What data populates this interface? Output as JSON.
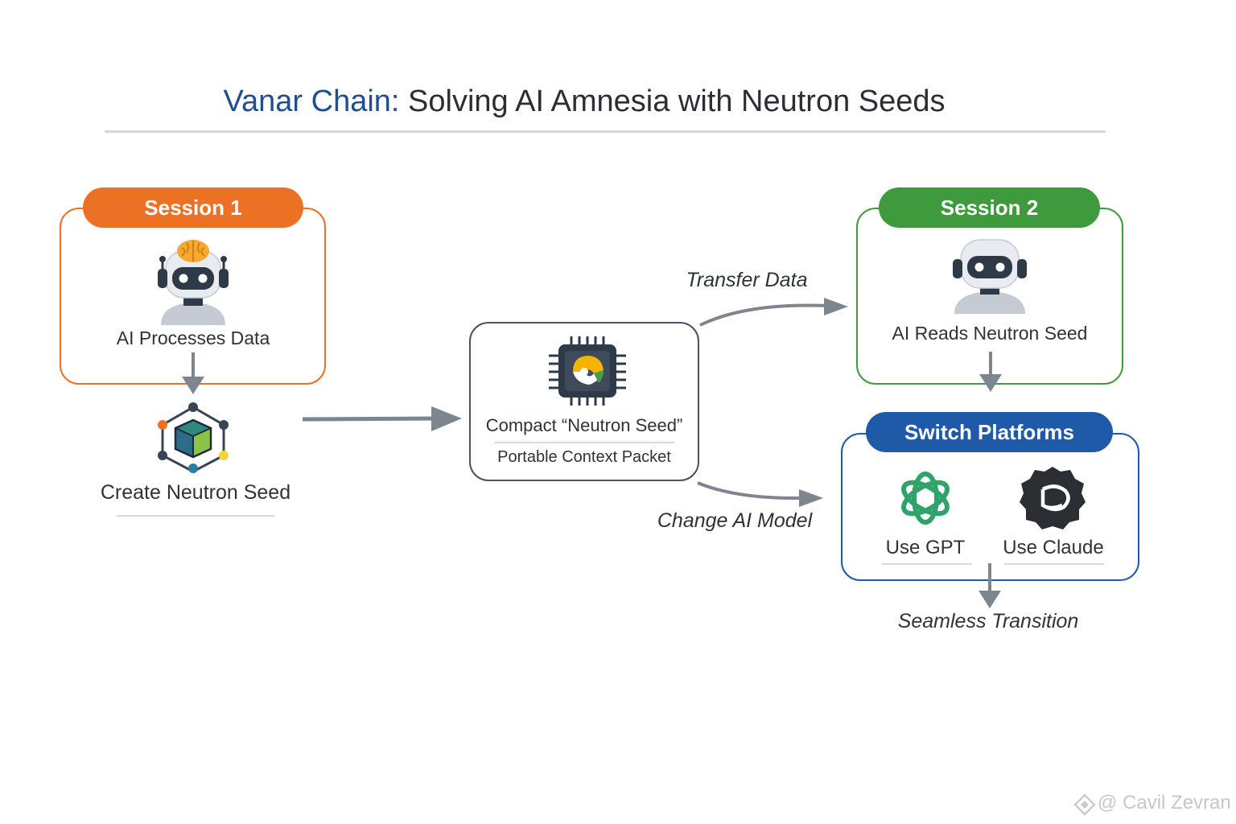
{
  "header": {
    "title_brand": "Vanar Chain:",
    "title_rest": " Solving AI Amnesia with Neutron Seeds"
  },
  "session1": {
    "badge": "Session 1",
    "caption": "AI Processes Data",
    "seed_caption": "Create Neutron Seed"
  },
  "center": {
    "title": "Compact “Neutron Seed”",
    "subtitle": "Portable Context Packet"
  },
  "arrows": {
    "transfer": "Transfer Data",
    "change": "Change AI Model"
  },
  "session2": {
    "badge": "Session 2",
    "caption": "AI Reads Neutron Seed"
  },
  "platforms": {
    "badge": "Switch Platforms",
    "gpt": "Use GPT",
    "claude": "Use Claude"
  },
  "footer": {
    "result": "Seamless Transition",
    "watermark": "@ Cavil Zevran"
  },
  "colors": {
    "brand_blue": "#1f4f8f",
    "session1_orange": "#ec7124",
    "session2_green": "#3f9a3e",
    "platforms_blue": "#1e5aa8",
    "arrow_gray": "#7d868f"
  }
}
